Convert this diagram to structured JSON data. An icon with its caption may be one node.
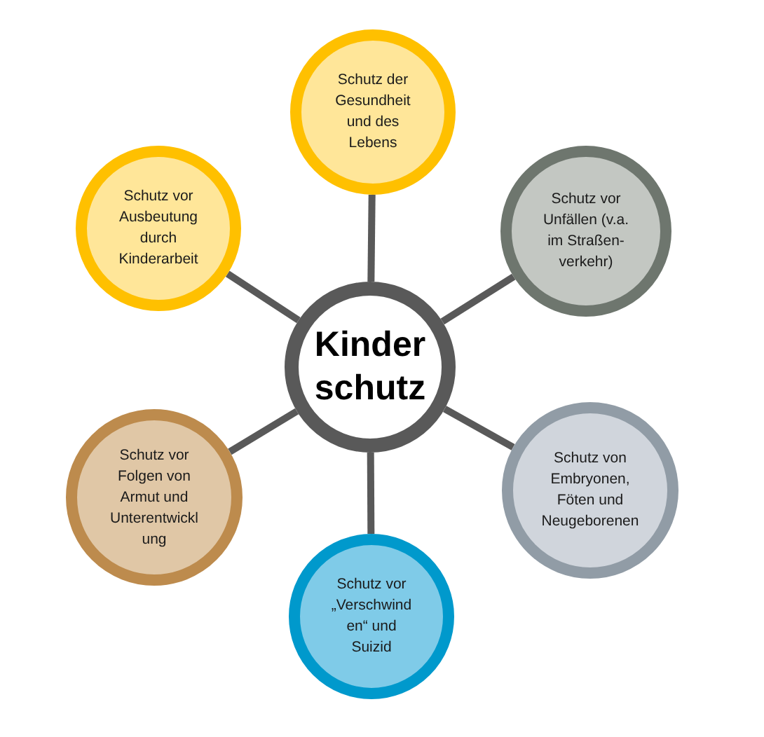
{
  "diagram": {
    "nodes": [
      {
        "text": [
          "Schutz der Gesundheit und des Lebens"
        ]
      },
      {
        "text": [
          "Schutz vor Ausbeutung durch Kinderarbeit"
        ]
      },
      {
        "text": [
          "Schutz vor Unfällen (v.a. im Straßen- verkehr)"
        ]
      },
      {
        "text": [
          "Kinder schutz"
        ]
      },
      {
        "text": [
          "Schutz vor Folgen von Armut und Unterentwickl ung"
        ]
      },
      {
        "text": [
          "Schutz von Embryonen, Föten und Neugeborenen"
        ]
      },
      {
        "text": [
          "Schutz vor „Verschwind en“ und Suizid"
        ]
      }
    ],
    "edges": [
      {
        "from": 3,
        "to": 0,
        "arrow": "none"
      },
      {
        "from": 3,
        "to": 1,
        "arrow": "none"
      },
      {
        "from": 3,
        "to": 2,
        "arrow": "none"
      },
      {
        "from": 3,
        "to": 4,
        "arrow": "none"
      },
      {
        "from": 3,
        "to": 5,
        "arrow": "none"
      },
      {
        "from": 3,
        "to": 6,
        "arrow": "none"
      }
    ]
  }
}
